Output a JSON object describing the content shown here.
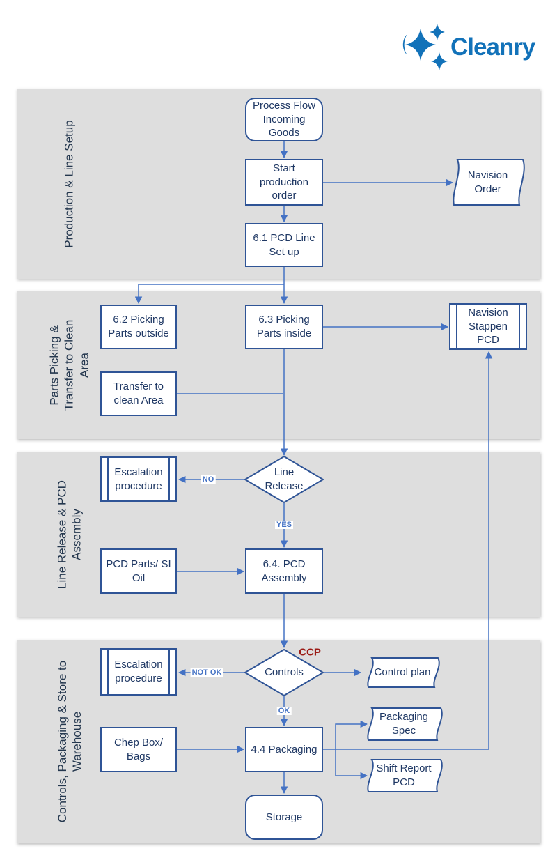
{
  "logo": {
    "text": "Cleanry"
  },
  "colors": {
    "logo_blue": "#1272B9",
    "lane_bg": "#DEDEDE",
    "shape_border": "#2F5496",
    "shape_text": "#1F3864",
    "arrow": "#4472C4",
    "ccp_red": "#9B1B15",
    "lane_label": "#24374E"
  },
  "lanes": [
    {
      "label": "Production & Line Setup"
    },
    {
      "label": "Parts Picking & Transfer to Clean Area"
    },
    {
      "label": "Line Release & PCD Assembly"
    },
    {
      "label": "Controls, Packaging & Store to Warehouse"
    }
  ],
  "nodes": {
    "process_flow_incoming_goods": {
      "type": "terminator",
      "label": "Process Flow Incoming Goods"
    },
    "start_production_order": {
      "type": "process",
      "label": "Start production order"
    },
    "navision_order": {
      "type": "document",
      "label": "Navision Order"
    },
    "pcd_line_setup": {
      "type": "process",
      "label": "6.1 PCD Line Set up"
    },
    "picking_parts_outside": {
      "type": "process",
      "label": "6.2 Picking Parts outside"
    },
    "picking_parts_inside": {
      "type": "process",
      "label": "6.3 Picking Parts inside"
    },
    "navision_stappen_pcd": {
      "type": "predefined-process",
      "label": "Navision Stappen PCD"
    },
    "transfer_to_clean_area": {
      "type": "process",
      "label": "Transfer to clean Area"
    },
    "escalation_procedure_1": {
      "type": "predefined-process",
      "label": "Escalation procedure"
    },
    "line_release": {
      "type": "decision",
      "label": "Line Release"
    },
    "pcd_parts_si_oil": {
      "type": "process",
      "label": "PCD Parts/ SI Oil"
    },
    "pcd_assembly": {
      "type": "process",
      "label": "6.4. PCD Assembly"
    },
    "escalation_procedure_2": {
      "type": "predefined-process",
      "label": "Escalation procedure"
    },
    "controls": {
      "type": "decision",
      "label": "Controls"
    },
    "control_plan": {
      "type": "document",
      "label": "Control plan"
    },
    "chep_box_bags": {
      "type": "process",
      "label": "Chep Box/ Bags"
    },
    "packaging": {
      "type": "process",
      "label": "4.4 Packaging"
    },
    "packaging_spec": {
      "type": "document",
      "label": "Packaging Spec"
    },
    "shift_report_pcd": {
      "type": "document",
      "label": "Shift Report PCD"
    },
    "storage": {
      "type": "terminator",
      "label": "Storage"
    }
  },
  "edge_labels": {
    "no": "NO",
    "yes": "YES",
    "not_ok": "NOT OK",
    "ok": "OK"
  },
  "annotations": {
    "ccp": "CCP"
  }
}
